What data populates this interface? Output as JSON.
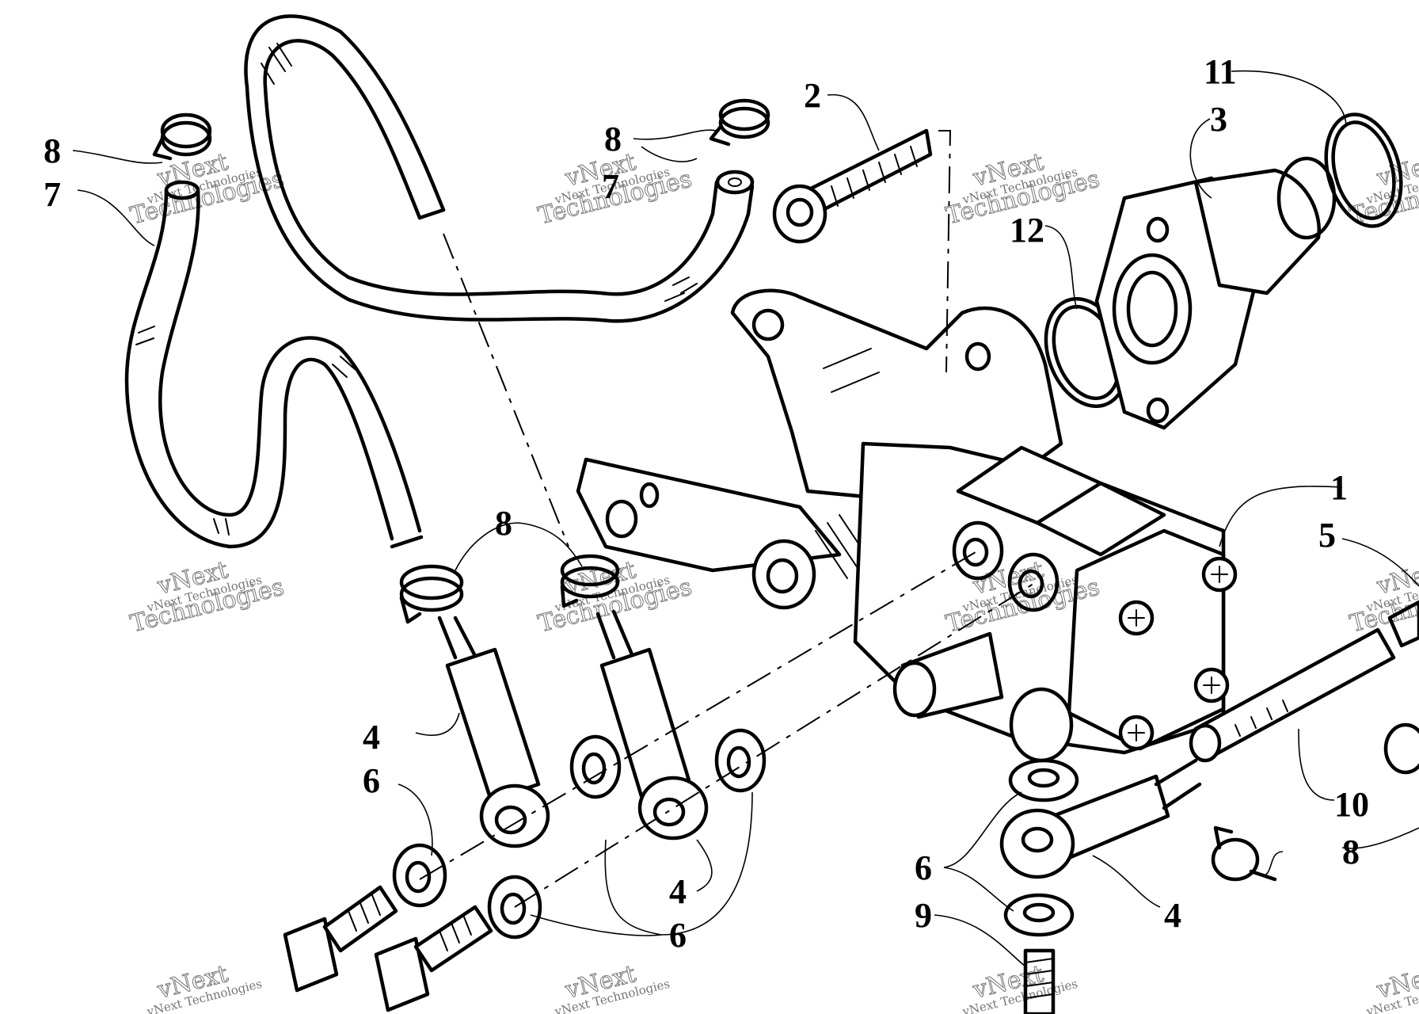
{
  "callouts": {
    "c1": "1",
    "c2": "2",
    "c3": "3",
    "c4": "4",
    "c5": "5",
    "c6": "6",
    "c7": "7",
    "c8": "8",
    "c9": "9",
    "c10": "10",
    "c11": "11",
    "c12": "12"
  },
  "watermark": {
    "line1": "vNext",
    "line2": "Technologies",
    "small": "vNext Technologies"
  }
}
